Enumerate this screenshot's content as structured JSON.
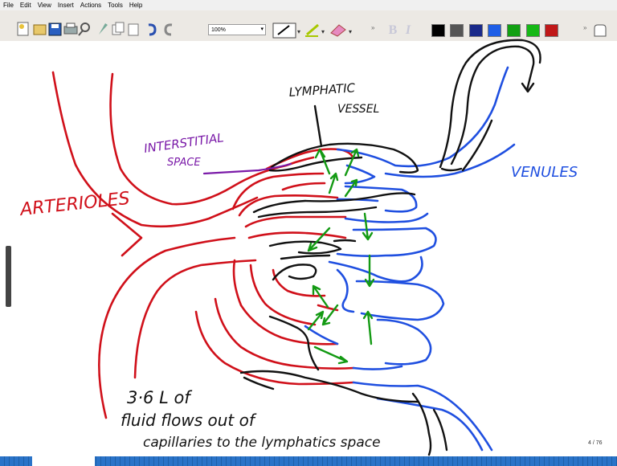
{
  "menu": [
    "File",
    "Edit",
    "View",
    "Insert",
    "Actions",
    "Tools",
    "Help"
  ],
  "toolbar": {
    "zoom_value": "100%",
    "bold_label": "B",
    "italic_label": "I",
    "color_swatches": [
      "#000000",
      "#555555",
      "#1a2a8a",
      "#1e5ee6",
      "#12a012",
      "#16b816",
      "#c01818"
    ]
  },
  "canvas": {
    "labels": {
      "lymphatic_line1": "LYMPHATIC",
      "lymphatic_line2": "VESSEL",
      "interstitial_line1": "INTERSTITIAL",
      "interstitial_line2": "SPACE",
      "arterioles": "ARTERIOLES",
      "venules": "VENULES"
    },
    "note": {
      "line1": "3·6 L of",
      "line2": "fluid flows out of",
      "line3": "capillaries to the lymphatics space"
    }
  },
  "page_indicator": "4 / 76"
}
